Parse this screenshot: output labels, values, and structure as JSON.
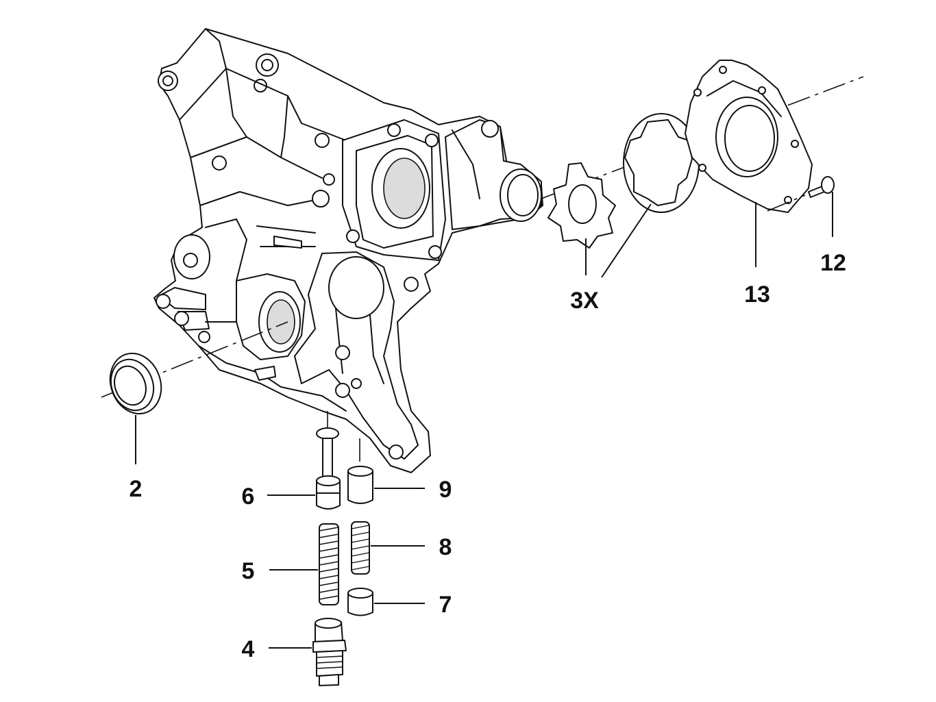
{
  "callouts": {
    "c2": "2",
    "c3x": "3X",
    "c4": "4",
    "c5": "5",
    "c6": "6",
    "c7": "7",
    "c8": "8",
    "c9": "9",
    "c12": "12",
    "c13": "13"
  }
}
